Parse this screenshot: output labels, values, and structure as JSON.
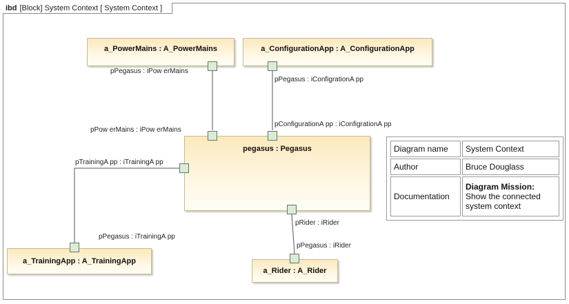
{
  "frame": {
    "keyword": "ibd",
    "heading": "[Block] System Context [ System Context ]"
  },
  "blocks": {
    "power_mains": "a_PowerMains : A_PowerMains",
    "configuration_app": "a_ConfigurationApp : A_ConfigurationApp",
    "pegasus": "pegasus : Pegasus",
    "training_app": "a_TrainingApp : A_TrainingApp",
    "rider": "a_Rider : A_Rider"
  },
  "port_labels": {
    "power_mains_port": "pPegasus : iPow erMains",
    "config_app_port": "pPegasus : iConfigrationA pp",
    "pegasus_power_port": "pPow erMains : iPow erMains",
    "pegasus_config_port": "pConfigurationA pp : iConfigrationA pp",
    "pegasus_training_port": "pTrainingA pp : iTrainingA pp",
    "training_app_port": "pPegasus : iTrainingA pp",
    "pegasus_rider_port": "pRider : iRider",
    "rider_port": "pPegasus : iRider"
  },
  "info_table": {
    "diagram_name_label": "Diagram name",
    "diagram_name": "System Context",
    "author_label": "Author",
    "author": "Bruce Douglass",
    "documentation_label": "Documentation",
    "documentation_title": "Diagram Mission:",
    "documentation_text": "Show the connected system context"
  },
  "colors": {
    "block_fill_top": "#fbe9bd",
    "port_fill": "#dcebd7",
    "port_border": "#5f7a5f",
    "line": "#555555"
  }
}
